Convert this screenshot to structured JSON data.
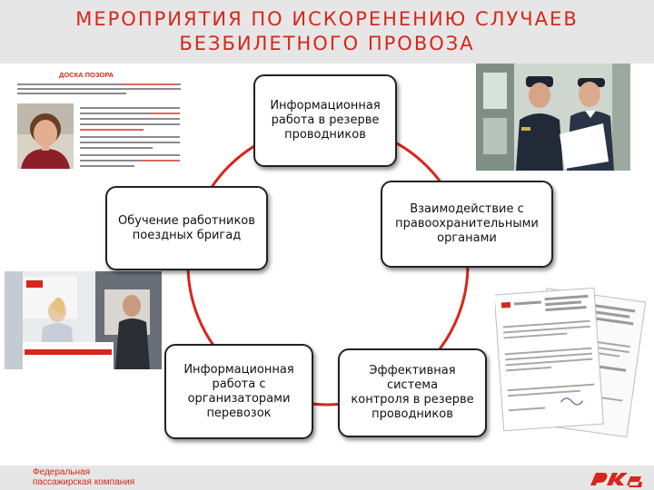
{
  "header": {
    "title_line1": "МЕРОПРИЯТИЯ ПО ИСКОРЕНЕНИЮ СЛУЧАЕВ",
    "title_line2": "БЕЗБИЛЕТНОГО ПРОВОЗА"
  },
  "cycle": {
    "nodes": [
      {
        "line1": "Информационная",
        "line2": "работа в резерве",
        "line3": "проводников"
      },
      {
        "line1": "Взаимодействие с",
        "line2": "правоохранительными",
        "line3": "органами"
      },
      {
        "line1": "Эффективная система",
        "line2": "контроля в резерве",
        "line3": "проводников"
      },
      {
        "line1": "Информационная",
        "line2": "работа с",
        "line3": "организаторами",
        "line4": "перевозок"
      },
      {
        "line1": "Обучение работников",
        "line2": "поездных бригад"
      }
    ]
  },
  "board": {
    "title": "ДОСКА ПОЗОРА"
  },
  "footer": {
    "brand_line1": "Федеральная",
    "brand_line2": "пассажирская компания"
  },
  "colors": {
    "accent": "#d7261b",
    "header_bg": "#e6e6e6",
    "node_border": "#222222"
  },
  "icons": {
    "logo": "rzd-logo-icon",
    "portrait": "portrait-photo",
    "police": "police-photo",
    "stand": "info-stand-photo",
    "documents": "documents-image"
  }
}
